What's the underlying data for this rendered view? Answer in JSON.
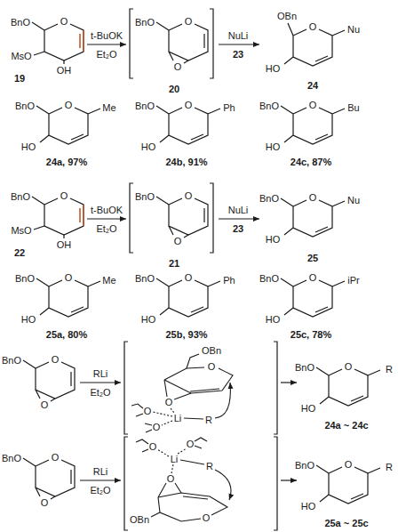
{
  "diagram": {
    "labels": [
      "BnO",
      "O",
      "MsO",
      "OH",
      "19",
      "t-BuOK",
      "Et₂O",
      "BnO",
      "O",
      "O",
      "20",
      "NuLi",
      "23",
      "OBn",
      "O",
      "Nu",
      "HO",
      "24",
      "BnO",
      "O",
      "Me",
      "HO",
      "24a, 97%",
      "BnO",
      "O",
      "Ph",
      "HO",
      "24b, 91%",
      "BnO",
      "O",
      "Bu",
      "HO",
      "24c, 87%",
      "BnO",
      "O",
      "MsO",
      "OH",
      "22",
      "t-BuOK",
      "Et₂O",
      "BnO",
      "O",
      "O",
      "21",
      "NuLi",
      "23",
      "BnO",
      "O",
      "Nu",
      "HO",
      "25",
      "BnO",
      "O",
      "Me",
      "HO",
      "25a, 80%",
      "BnO",
      "O",
      "Ph",
      "HO",
      "25b, 93%",
      "BnO",
      "O",
      "iPr",
      "HO",
      "25c, 78%",
      "BnO",
      "O",
      "O",
      "RLi",
      "Et₂O",
      "OBn",
      "O",
      "O",
      "Li",
      "R",
      "O",
      "O",
      "BnO",
      "O",
      "R",
      "HO",
      "24a ~ 24c",
      "BnO",
      "O",
      "O",
      "RLi",
      "Et₂O",
      "O",
      "O",
      "Li",
      "R",
      "O",
      "O",
      "OBn",
      "BnO",
      "O",
      "R",
      "HO",
      "25a ~ 25c"
    ]
  }
}
